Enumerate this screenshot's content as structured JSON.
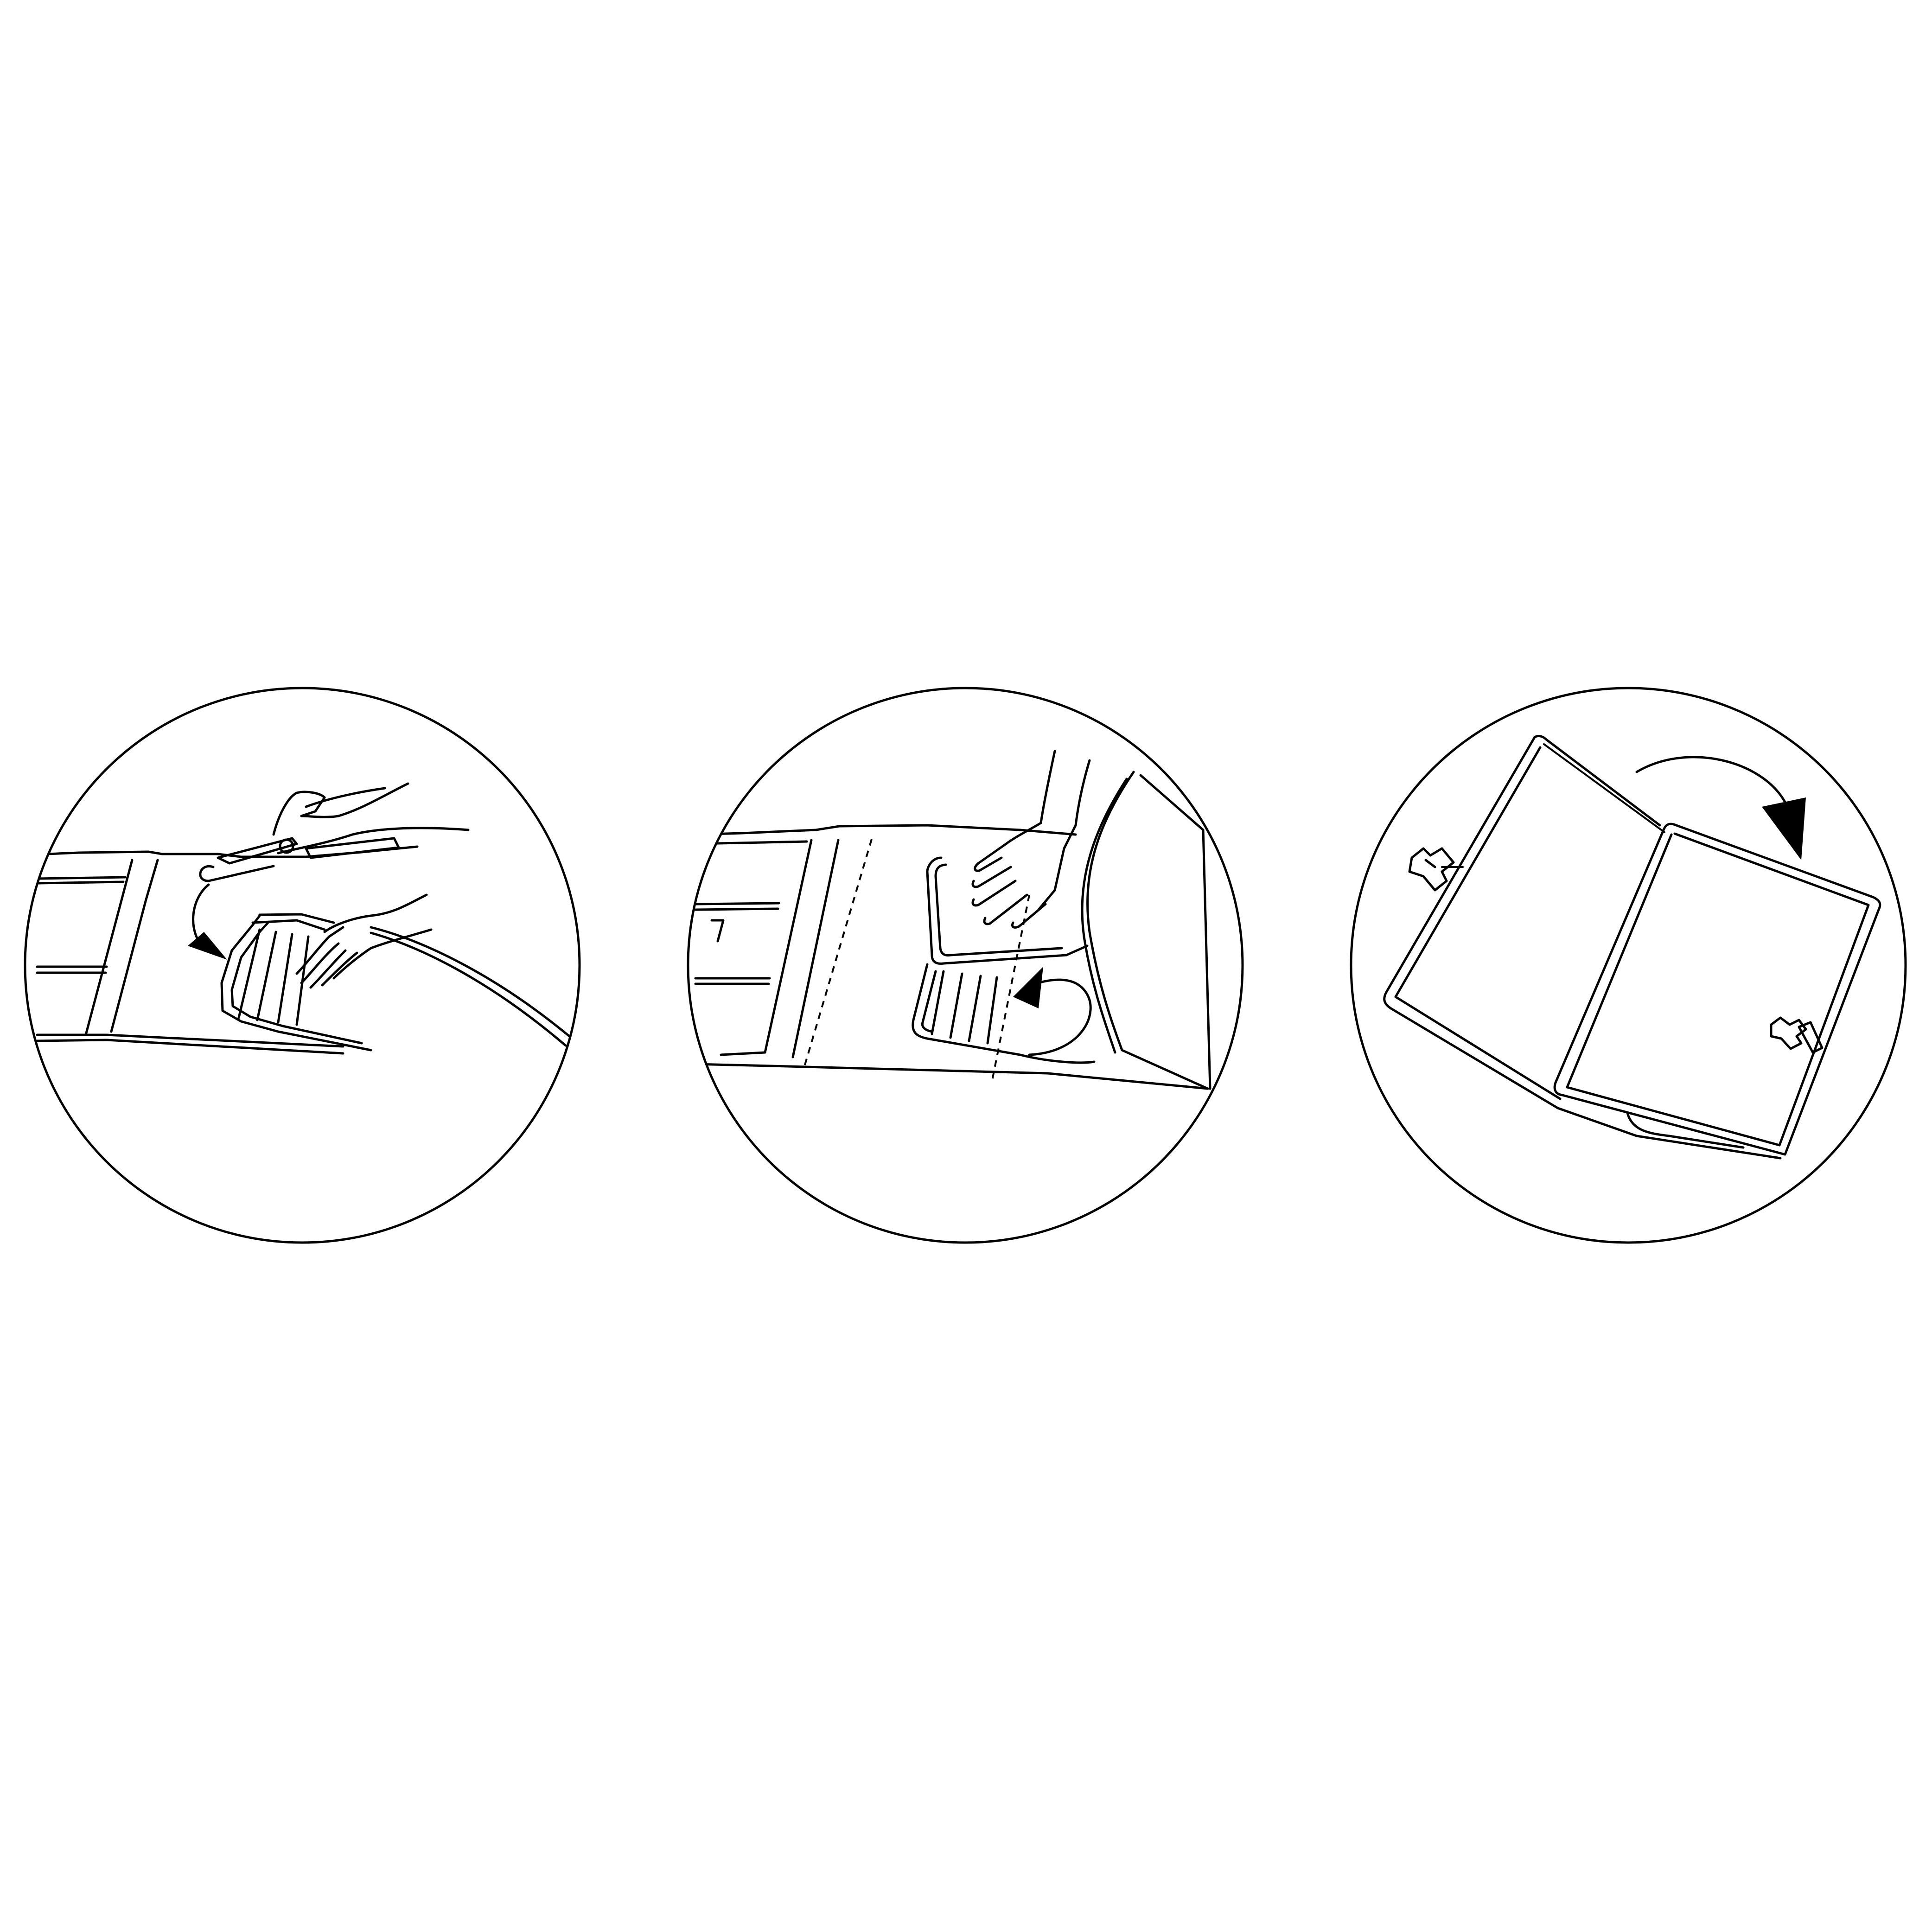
{
  "figure": {
    "background_color": "#ffffff",
    "line_color": "#000000",
    "panels": [
      {
        "id": "step-1",
        "content": "hands-folding-organizer-pocket",
        "arrow": "curved-down-left"
      },
      {
        "id": "step-2",
        "content": "hand-pressing-folded-flap",
        "arrow": "curved-up-left"
      },
      {
        "id": "step-3",
        "content": "closed-folder-with-buckle",
        "arrow": "curved-down-right"
      }
    ]
  }
}
